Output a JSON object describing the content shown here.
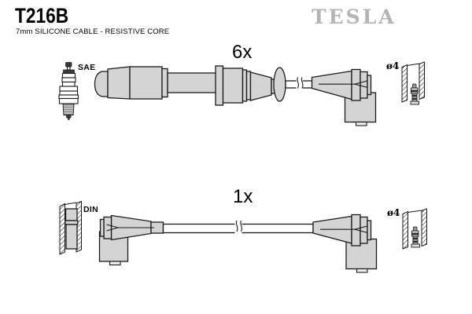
{
  "header": {
    "part_number": "T216B",
    "subtitle": "7mm SILICONE CABLE - RESISTIVE CORE",
    "brand": "TESLA"
  },
  "sections": {
    "upper": {
      "quantity": "6x",
      "left_label": "SAE",
      "right_label": "ø4",
      "left_icon": "spark-plug-icon",
      "right_icon": "socket-cross-section-icon",
      "drawing": "spark-plug-cable-with-elbow-boot"
    },
    "lower": {
      "quantity": "1x",
      "left_label": "DIN",
      "right_label": "ø4",
      "left_icon": "din-connector-cross-section-icon",
      "right_icon": "socket-cross-section-icon",
      "drawing": "coil-cable-with-two-elbow-boots"
    }
  },
  "colors": {
    "part-fill": "#d4d4d4",
    "cable-fill": "#ffffff",
    "outline": "#1a1a1a",
    "brand-gray": "#b4b4b4",
    "text": "#000000"
  }
}
